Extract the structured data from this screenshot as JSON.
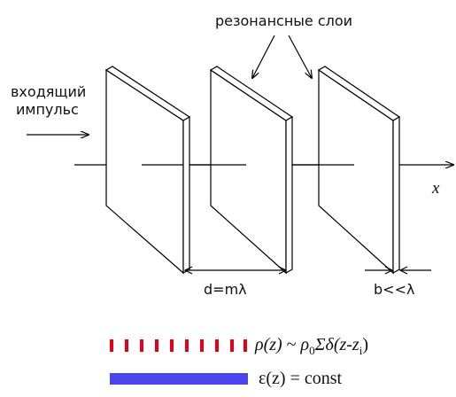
{
  "labels": {
    "resonant_layers": "резонансные слои",
    "incoming_line1": "входящий",
    "incoming_line2": "импульс",
    "axis_x": "x",
    "spacing": "d=mλ",
    "thickness": "b<<λ"
  },
  "legend": {
    "rho": {
      "rho_lhs": "ρ(z)",
      "tilde": " ~ ",
      "rho0": "ρ",
      "rho0_sub": "0",
      "sum_delta": "Σδ(z-z",
      "sub_i": "i",
      "close": ")",
      "color": "#e3001b"
    },
    "eps": {
      "text": "ε(z) = const",
      "color": "#4a44ee"
    }
  },
  "colors": {
    "stroke": "#000000",
    "panel_fill": "#ffffff"
  }
}
